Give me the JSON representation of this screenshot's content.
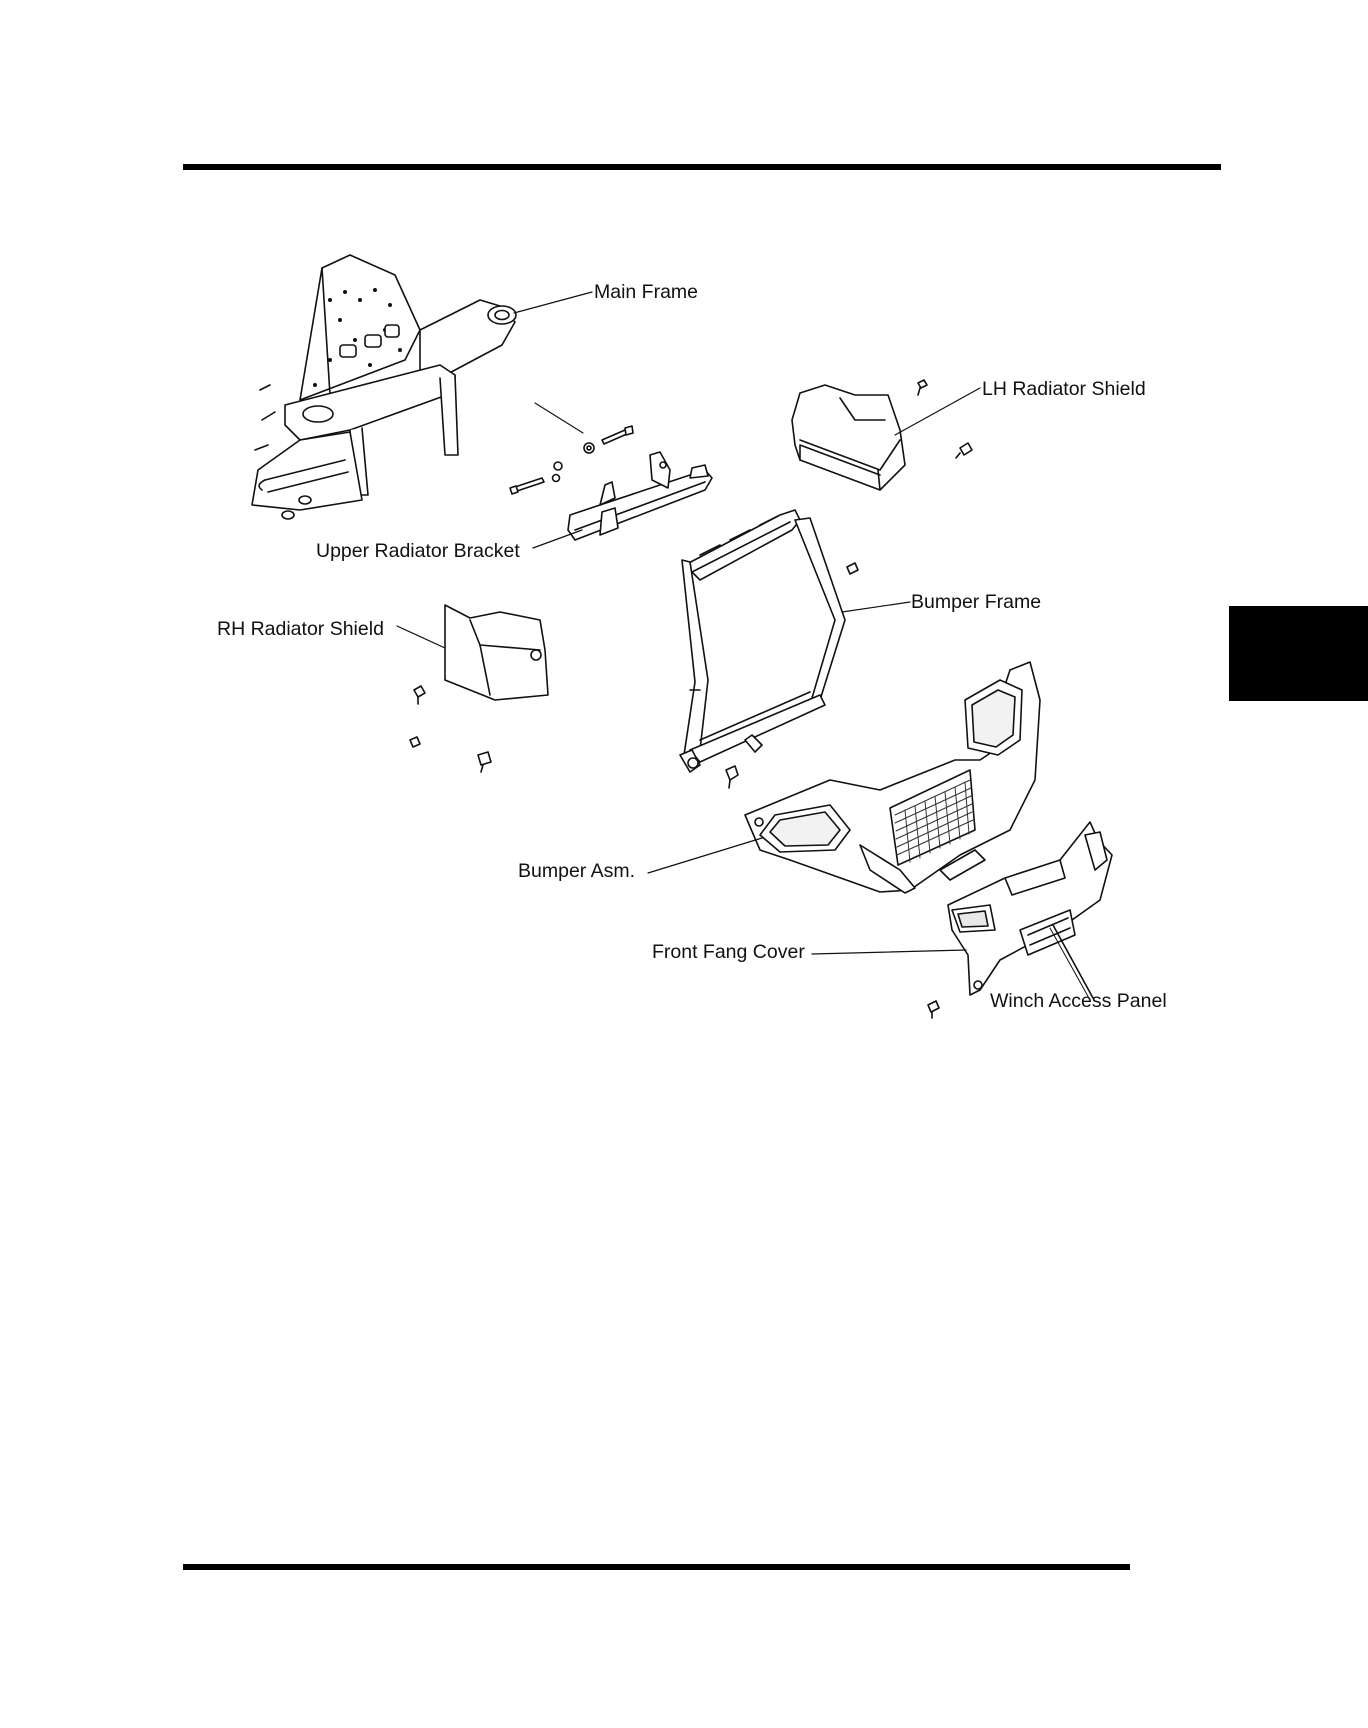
{
  "diagram": {
    "labels": {
      "main_frame": "Main Frame",
      "lh_radiator_shield": "LH Radiator Shield",
      "upper_radiator_bracket": "Upper Radiator Bracket",
      "bumper_frame": "Bumper Frame",
      "rh_radiator_shield": "RH Radiator Shield",
      "bumper_asm": "Bumper Asm.",
      "front_fang_cover": "Front Fang Cover",
      "winch_access_panel": "Winch Access Panel"
    }
  },
  "colors": {
    "ink": "#111111",
    "rule": "#000000",
    "part_fill": "#ffffff",
    "part_shade": "#d9d9d9",
    "grille": "#333333"
  }
}
